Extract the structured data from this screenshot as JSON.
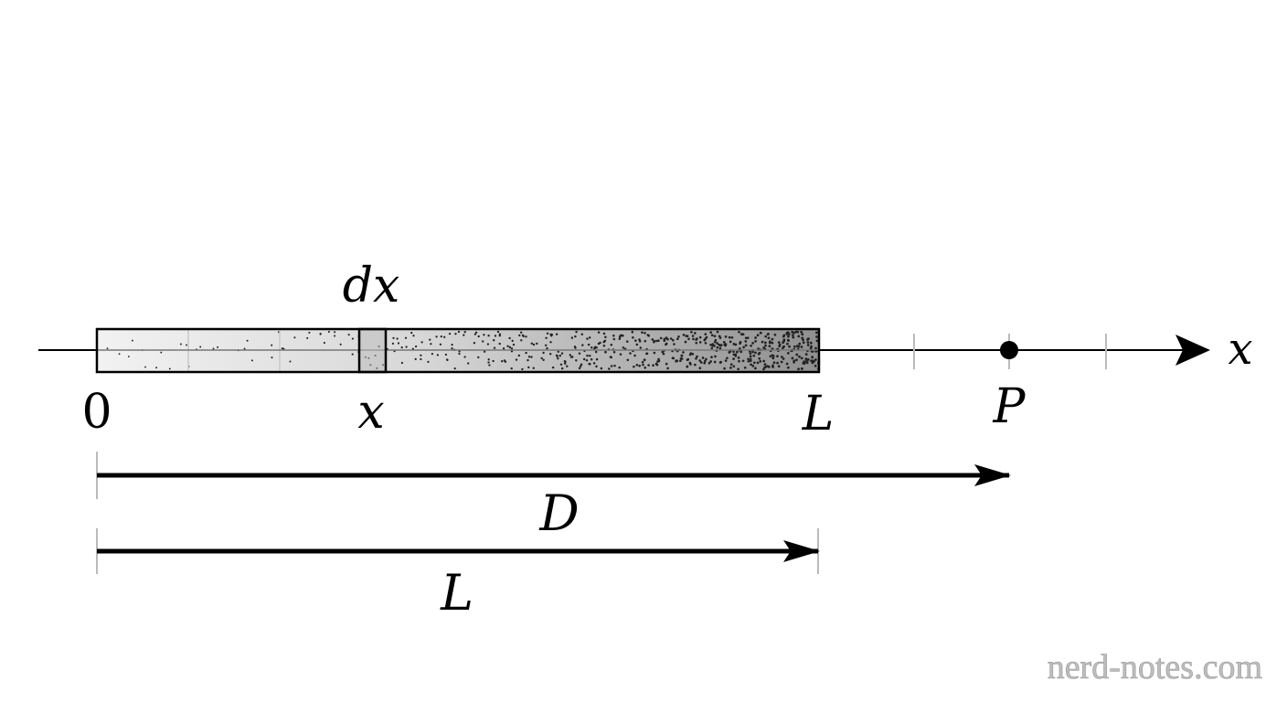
{
  "labels": {
    "dx": "dx",
    "axis": "x",
    "origin": "0",
    "position": "x",
    "rod_end": "L",
    "point": "P",
    "distance_d": "D",
    "distance_l": "L"
  },
  "watermark": "nerd-notes.com",
  "colors": {
    "ink": "#000000",
    "tick": "#bbbbbb",
    "rod_light": "#f2f2f2",
    "rod_dark": "#8f8f8f",
    "watermark": "#bdbdbd"
  }
}
